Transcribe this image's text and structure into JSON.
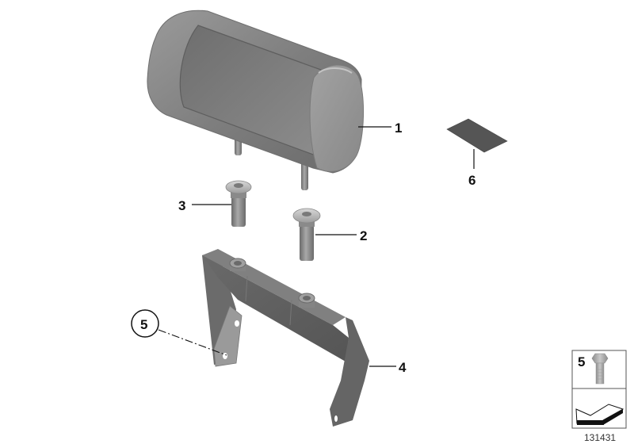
{
  "diagram": {
    "type": "exploded parts diagram",
    "subject": "Headrest assembly",
    "diagram_number": "131431",
    "parts": [
      {
        "id": "part-1",
        "callout": "1",
        "description": "Headrest"
      },
      {
        "id": "part-2",
        "callout": "2",
        "description": "Headrest guide"
      },
      {
        "id": "part-3",
        "callout": "3",
        "description": "Headrest guide"
      },
      {
        "id": "part-4",
        "callout": "4",
        "description": "Headrest bracket"
      },
      {
        "id": "part-5",
        "callout": "5",
        "description": "Hex bolt",
        "circled": true
      },
      {
        "id": "part-6",
        "callout": "6",
        "description": "Pad"
      }
    ],
    "legend": {
      "item_number": "5",
      "icons": [
        "hex-bolt-icon",
        "direction-arrow-icon"
      ]
    },
    "colors": {
      "part_fill": "#8a8a8a",
      "part_dark": "#5c5c5c",
      "part_light": "#b5b5b5",
      "pad_fill": "#555555",
      "line": "#111111"
    }
  }
}
